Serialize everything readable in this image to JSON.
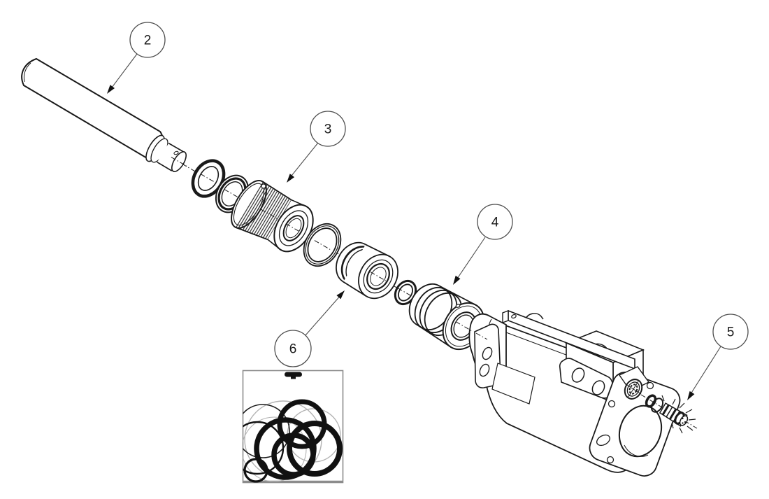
{
  "diagram": {
    "description_labels": {
      "callout_2": "2",
      "callout_3": "3",
      "callout_4": "4",
      "callout_5": "5",
      "callout_6": "6"
    },
    "callouts": [
      {
        "label": "2"
      },
      {
        "label": "3"
      },
      {
        "label": "4"
      },
      {
        "label": "5"
      },
      {
        "label": "6"
      }
    ],
    "colors": {
      "background": "#ffffff",
      "line": "#1a1a1a",
      "callout_stroke": "#4d4d4d",
      "bag_outline": "#8c8c8c",
      "construction_gray": "#b3b3b3",
      "seal_black": "#111111"
    }
  }
}
